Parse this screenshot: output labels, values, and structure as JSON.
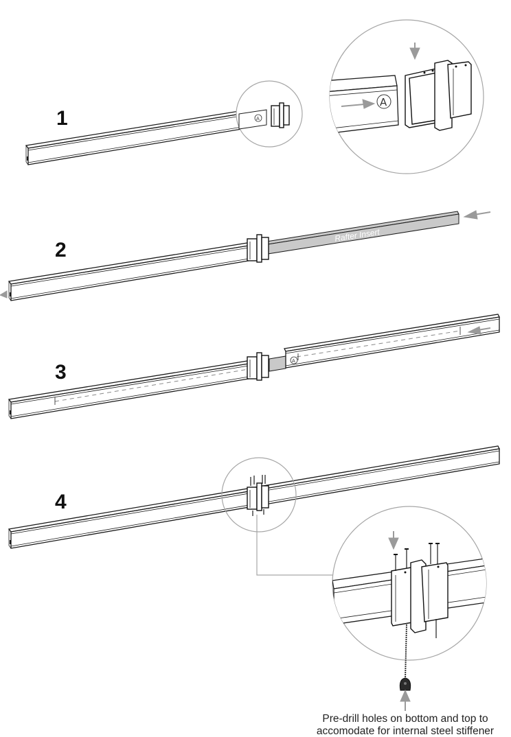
{
  "steps": [
    {
      "number": "1"
    },
    {
      "number": "2"
    },
    {
      "number": "3"
    },
    {
      "number": "4"
    }
  ],
  "labels": {
    "part_marker": "A",
    "rafter_insert": "Rafter Insert",
    "caption_line1": "Pre-drill holes on bottom and top to",
    "caption_line2": "accomodate for internal steel stiffener"
  },
  "colors": {
    "line": "#1a1a1a",
    "arrow": "#9a9a9a",
    "insert_fill": "#c9c9c9",
    "callout_stroke": "#a6a6a6"
  }
}
